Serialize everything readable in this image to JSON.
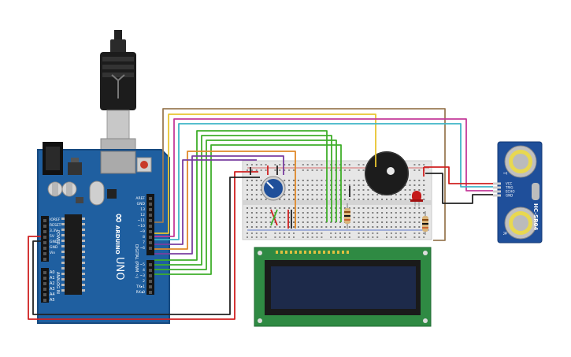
{
  "arduino": {
    "brand": "ARDUINO",
    "model": "UNO",
    "logo": "∞",
    "power_label": "POWER",
    "analog_label": "ANALOG IN",
    "digital_label": "DIGITAL (PWM ~)",
    "left_pins": [
      "IOREF",
      "RESET",
      "3.3V",
      "5V",
      "GND",
      "GND",
      "Vin"
    ],
    "analog_pins": [
      "A0",
      "A1",
      "A2",
      "A3",
      "A4",
      "A5"
    ],
    "right_pins": [
      "AREF",
      "GND",
      "13",
      "12",
      "~11",
      "~10",
      "~9",
      "8",
      "7",
      "~6",
      "~5",
      "4",
      "~3",
      "2",
      "TX▸1",
      "RX◂0"
    ]
  },
  "sensor": {
    "model": "HC-SR04",
    "pins": [
      "VCC",
      "TRIG",
      "ECHO",
      "GND"
    ],
    "side_labels": [
      "T",
      "R"
    ]
  },
  "colors": {
    "board": "#1f5fa0",
    "breadboard": "#e4e4e4",
    "lcd_pcb": "#2f8a43",
    "lcd_screen": "#1d2a4a",
    "wire_brown": "#9a7b55",
    "wire_yellow": "#e8c530",
    "wire_magenta": "#c43a9a",
    "wire_cyan": "#3fb5c8",
    "wire_green": "#3fae2a",
    "wire_orange": "#e0892a",
    "wire_purple": "#7a3ea0",
    "wire_red": "#d02020",
    "wire_black": "#222222"
  }
}
